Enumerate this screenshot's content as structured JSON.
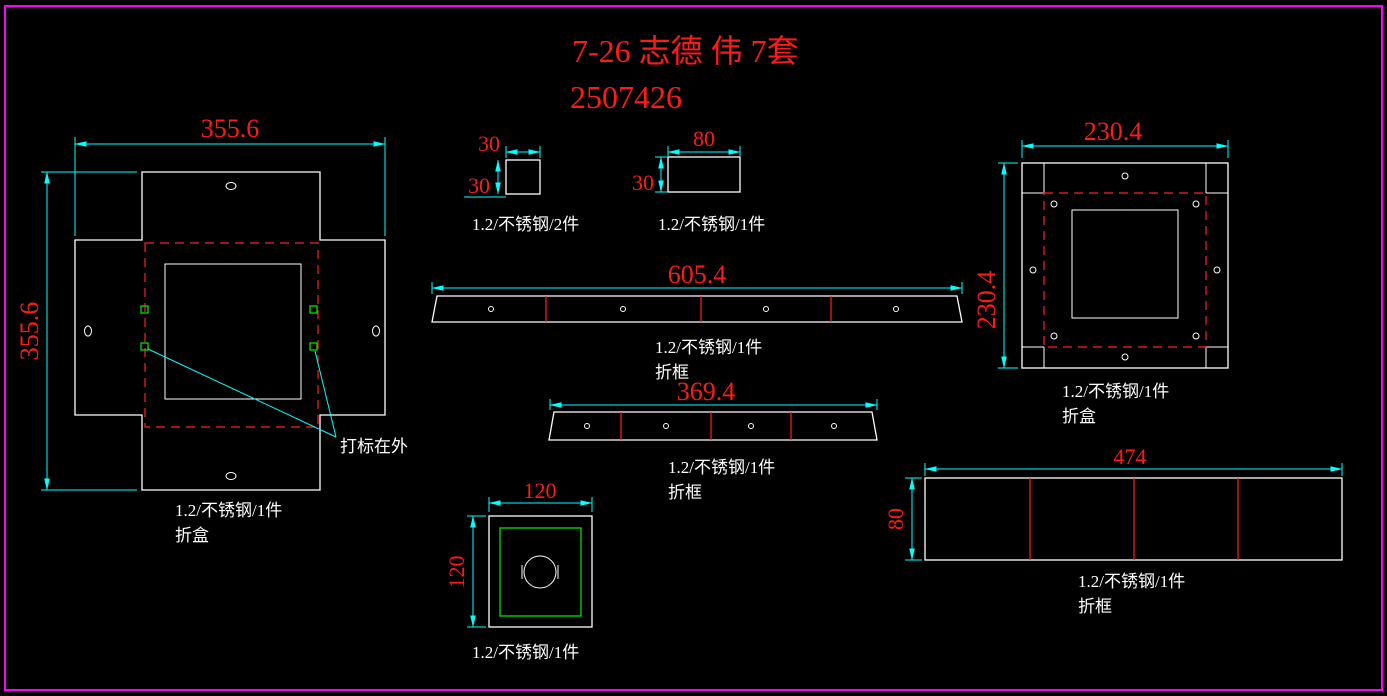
{
  "title": {
    "line1": "7-26 志德 伟 7套",
    "line2": "2507426"
  },
  "colors": {
    "background": "#000000",
    "border": "#ff00ff",
    "geometry": "#ffffff",
    "dimension_line": "#00ffff",
    "dimension_text": "#ff1a1a",
    "fold_line": "#ff2020",
    "mark": "#00dd00",
    "label_text": "#ffffff"
  },
  "parts": {
    "fold_box_left": {
      "dim_width": "355.6",
      "dim_height": "355.6",
      "note": "打标在外",
      "material": "1.2/不锈钢/1件",
      "process": "折盒"
    },
    "square_30": {
      "dim_width": "30",
      "dim_height": "30",
      "material": "1.2/不锈钢/2件"
    },
    "rect_80": {
      "dim_width": "80",
      "dim_height": "30",
      "material": "1.2/不锈钢/1件"
    },
    "strip_605": {
      "dim_width": "605.4",
      "material": "1.2/不锈钢/1件",
      "process": "折框"
    },
    "strip_369": {
      "dim_width": "369.4",
      "material": "1.2/不锈钢/1件",
      "process": "折框"
    },
    "fold_box_right": {
      "dim_width": "230.4",
      "dim_height": "230.4",
      "material": "1.2/不锈钢/1件",
      "process": "折盒"
    },
    "square_120": {
      "dim_width": "120",
      "dim_height": "120",
      "material": "1.2/不锈钢/1件"
    },
    "strip_474": {
      "dim_width": "474",
      "dim_height": "80",
      "material": "1.2/不锈钢/1件",
      "process": "折框"
    }
  }
}
